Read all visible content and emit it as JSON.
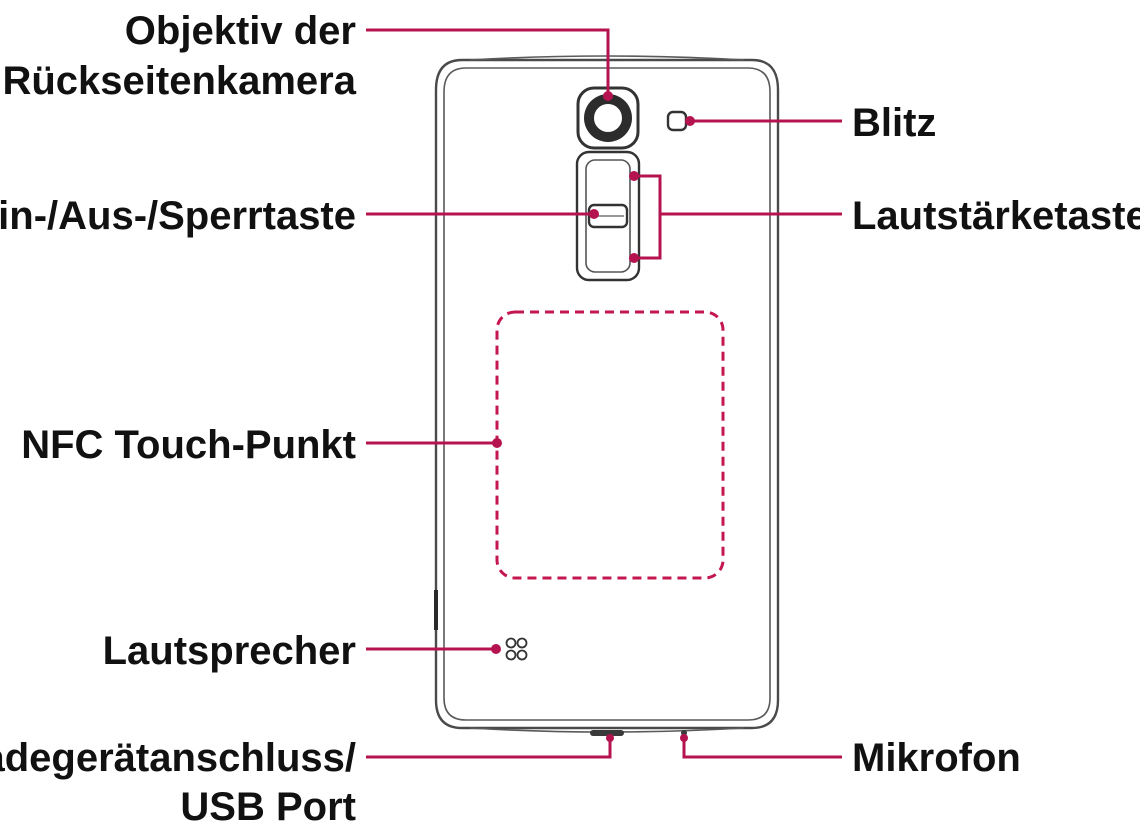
{
  "labels": {
    "rear_camera_line1": "Objektiv der",
    "rear_camera_line2": "Rückseitenkamera",
    "flash": "Blitz",
    "power_lock": "Ein-/Aus-/Sperrtaste",
    "volume": "Lautstärketasten",
    "nfc": "NFC Touch-Punkt",
    "speaker": "Lautsprecher",
    "charger_line1": "Ladegerätanschluss/",
    "charger_line2": "USB Port",
    "microphone": "Mikrofon"
  },
  "colors": {
    "leader": "#b5134f",
    "outline": "#4a4a4a",
    "text": "#111111"
  }
}
